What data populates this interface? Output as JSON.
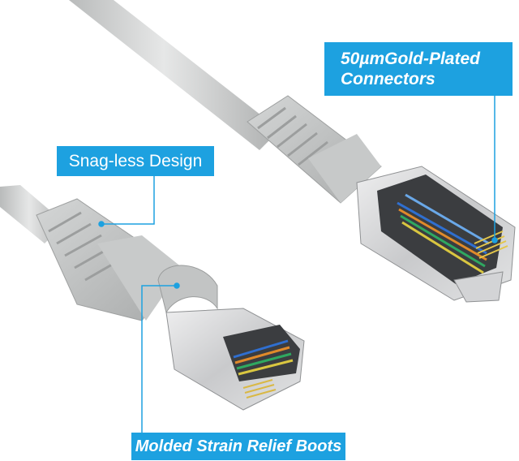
{
  "callouts": {
    "snag": "Snag-less Design",
    "gold_line1": "50µmGold-Plated",
    "gold_line2": "Connectors",
    "boots": "Molded Strain Relief Boots"
  },
  "colors": {
    "accent": "#1da1e0",
    "cable": "#c9cbcb",
    "boot": "#bdbfbf",
    "shield": "#d8d9da",
    "background": "#ffffff"
  }
}
